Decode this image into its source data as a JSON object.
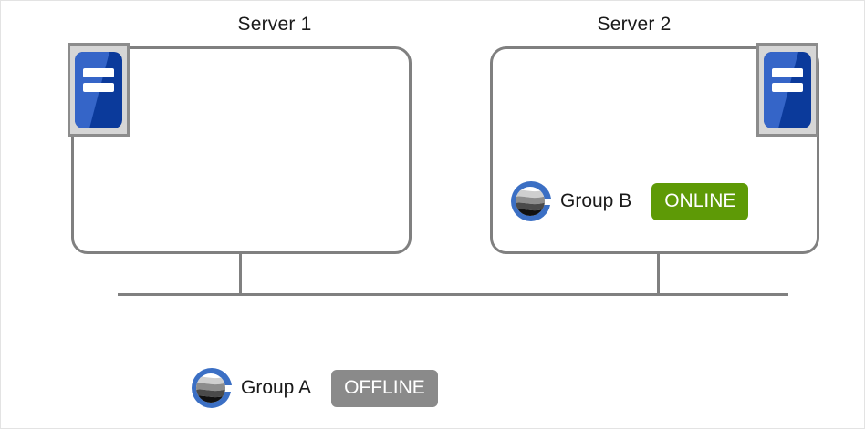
{
  "diagram": {
    "title": "Cluster group failover diagram",
    "type": "cluster-topology"
  },
  "servers": [
    {
      "id": "server-1",
      "title": "Server 1",
      "icon": "server-rack-icon",
      "icon_position": "top-left",
      "groups": []
    },
    {
      "id": "server-2",
      "title": "Server 2",
      "icon": "server-rack-icon",
      "icon_position": "top-right",
      "groups": [
        {
          "id": "group-b",
          "logo": "group-globe-icon",
          "label": "Group  B",
          "status": "ONLINE",
          "status_color": "#5e9a06"
        }
      ]
    }
  ],
  "detached_groups": [
    {
      "id": "group-a",
      "logo": "group-globe-icon",
      "label": "Group  A",
      "status": "OFFLINE",
      "status_color": "#8a8a8a"
    }
  ],
  "colors": {
    "box_border": "#808080",
    "connector": "#808080",
    "rack_badge_bg": "#d6d6d6",
    "rack_badge_border": "#8c8c8c",
    "rack_blue_light": "#3565c8",
    "rack_blue_dark": "#0b3a9b",
    "logo_ring": "#3b6fc4",
    "canvas_border": "#e3e3e3",
    "text": "#1a1a1a"
  }
}
